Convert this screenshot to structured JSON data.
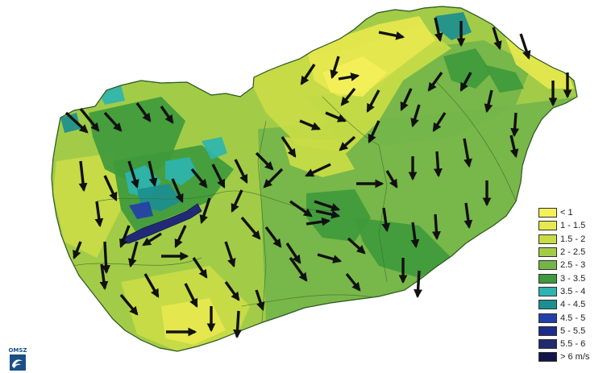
{
  "map": {
    "region": "Hungary",
    "background": "#ffffff",
    "border_color": "#2f5a22",
    "arrow_color": "#111111"
  },
  "legend": {
    "items": [
      {
        "label": "< 1",
        "color": "#f4f05a"
      },
      {
        "label": "1 - 1.5",
        "color": "#e6e84e"
      },
      {
        "label": "1.5 - 2",
        "color": "#c9dc46"
      },
      {
        "label": "2 - 2.5",
        "color": "#a2cc48"
      },
      {
        "label": "2.5 - 3",
        "color": "#74b54a"
      },
      {
        "label": "3 - 3.5",
        "color": "#3f9a3c"
      },
      {
        "label": "3.5 - 4",
        "color": "#2cb5b0"
      },
      {
        "label": "4 - 4.5",
        "color": "#1c8f90"
      },
      {
        "label": "4.5 - 5",
        "color": "#2440a8"
      },
      {
        "label": "5 - 5.5",
        "color": "#1e2c8a"
      },
      {
        "label": "5.5 - 6",
        "color": "#202a6c"
      },
      {
        "label": "> 6 m/s",
        "color": "#14164a"
      }
    ]
  },
  "logo": {
    "text": "OMSZ",
    "color": "#1c4f86",
    "icon": "wave-logo-icon"
  }
}
